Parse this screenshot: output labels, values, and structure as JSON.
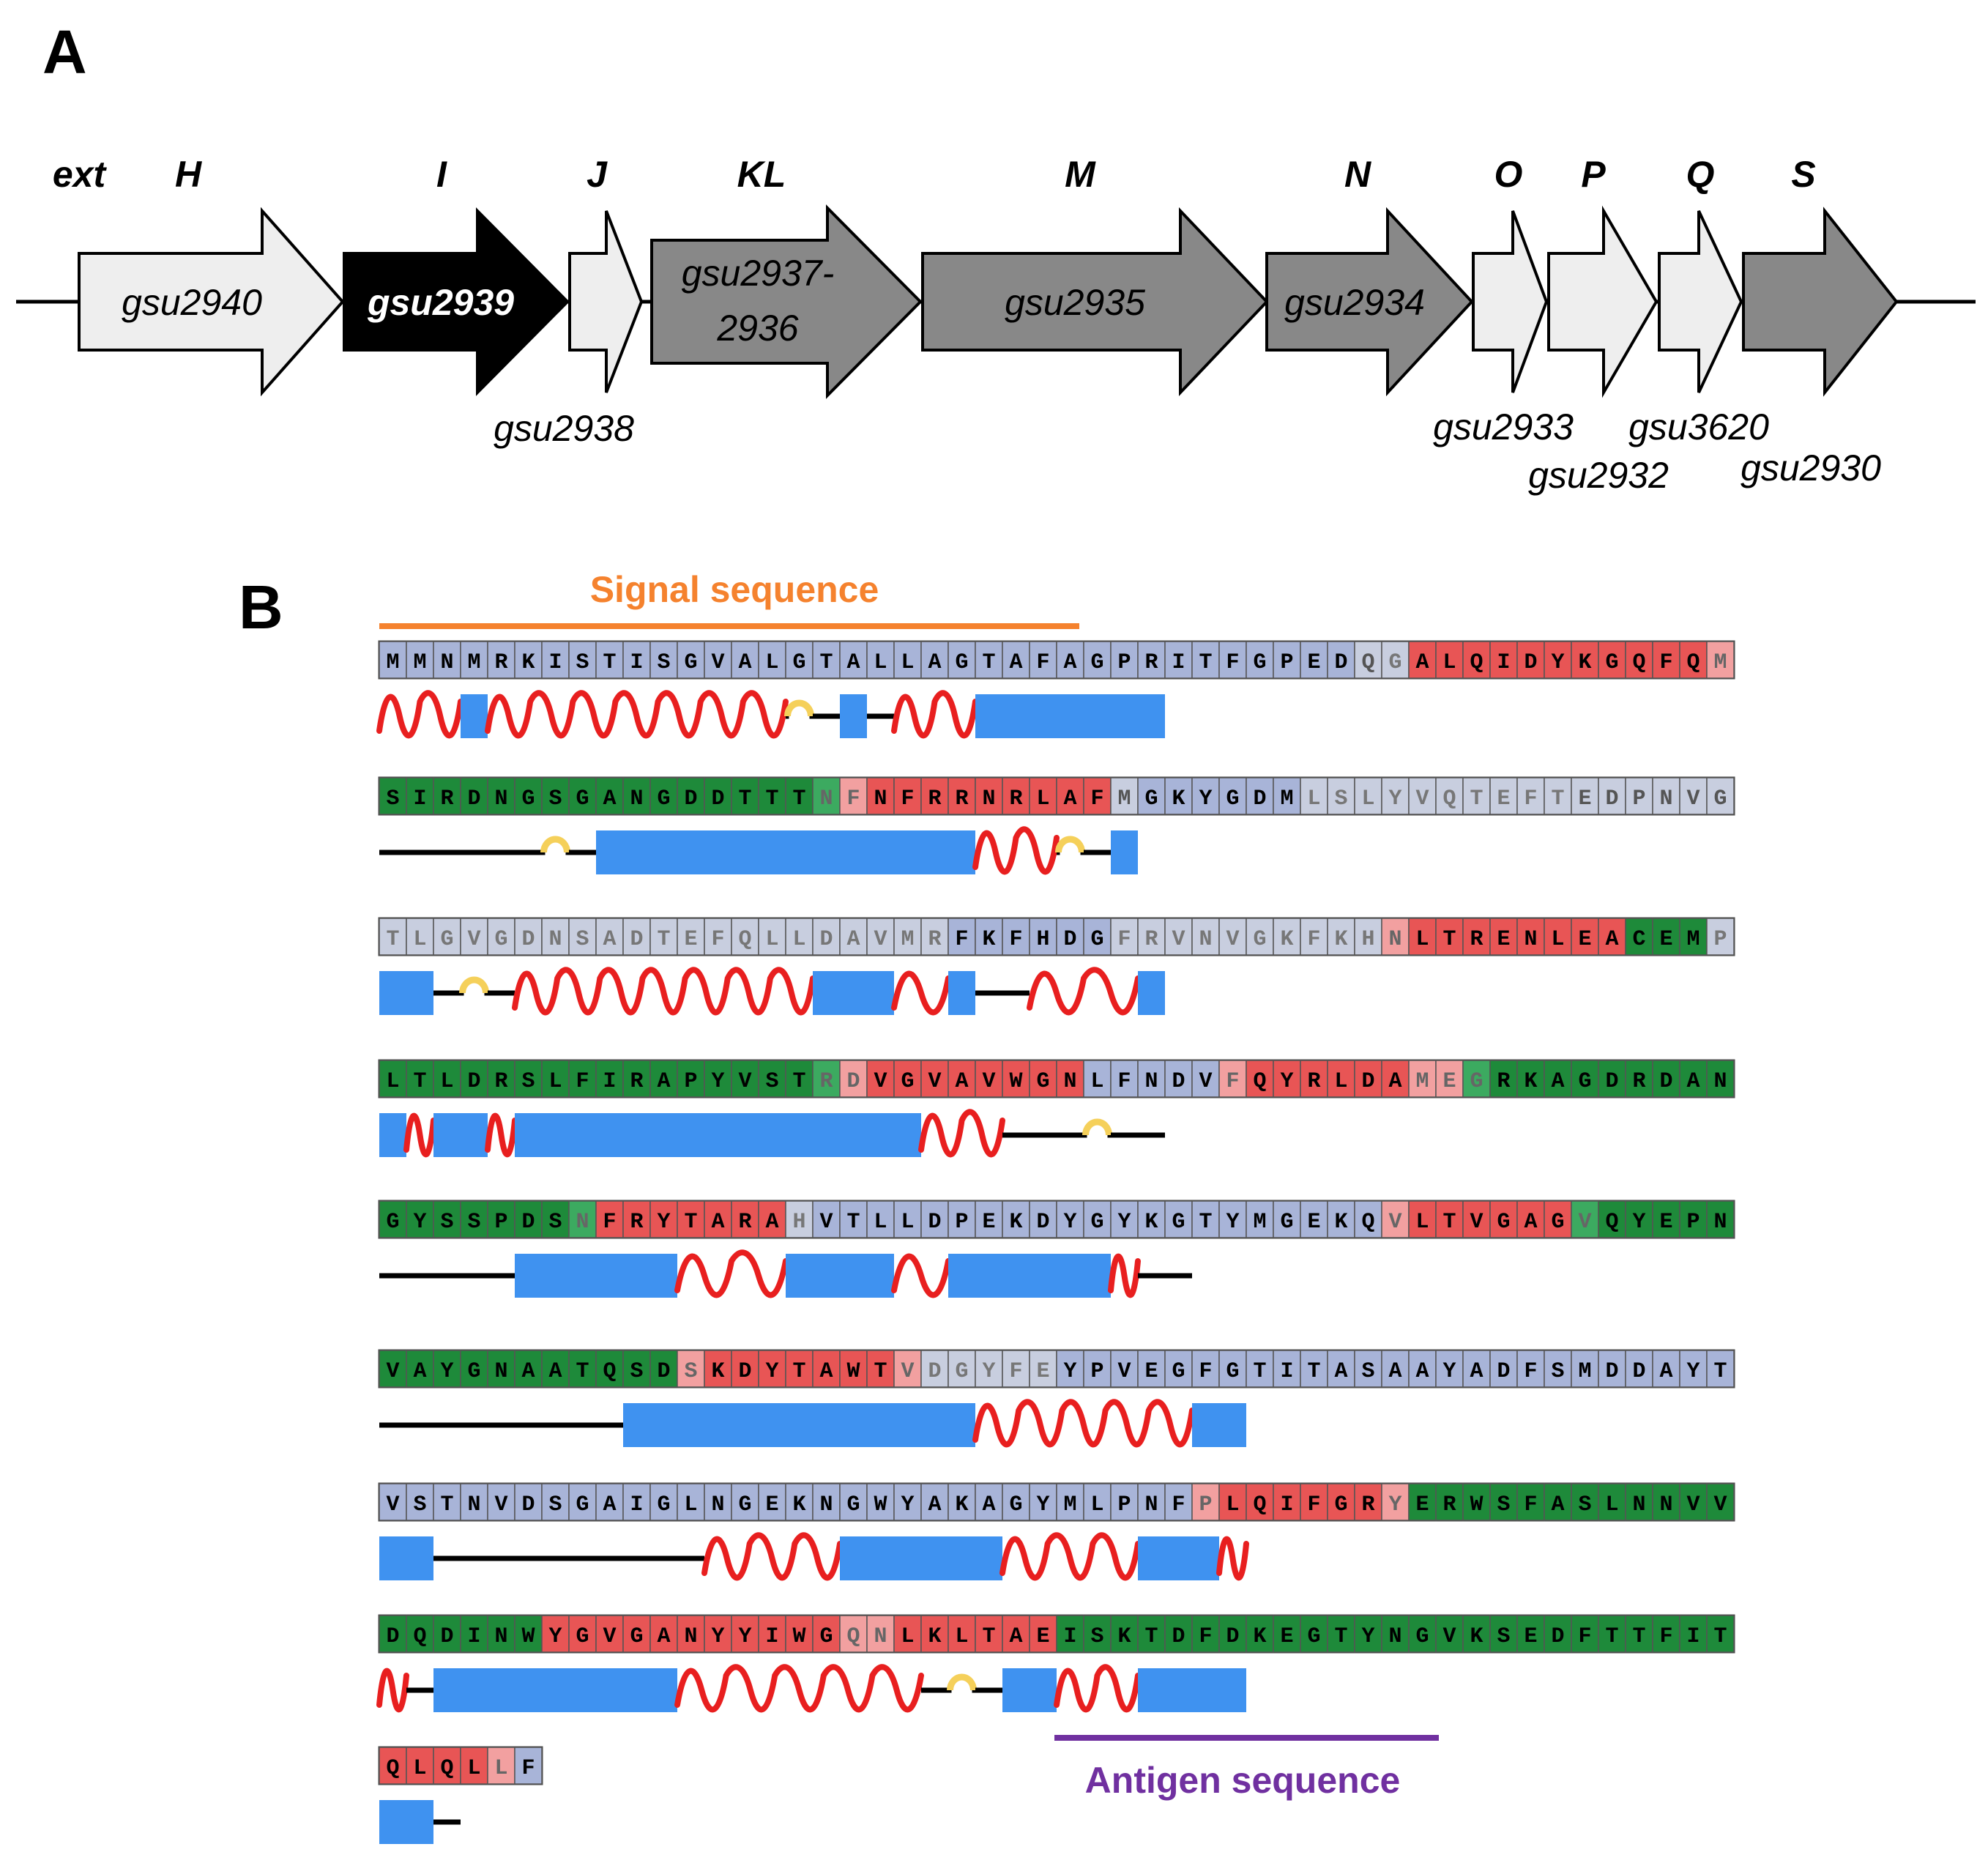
{
  "panels": {
    "a": "A",
    "b": "B"
  },
  "operon": {
    "labels": [
      "ext",
      "H",
      "I",
      "J",
      "KL",
      "M",
      "N",
      "O",
      "P",
      "Q",
      "S"
    ],
    "genes": [
      {
        "id": "gsu2940",
        "name": "gsu2940",
        "fill": "#eeeeee",
        "text": "#000000"
      },
      {
        "id": "gsu2939",
        "name": "gsu2939",
        "fill": "#000000",
        "text": "#ffffff"
      },
      {
        "id": "gsu2938",
        "name": "gsu2938",
        "fill": "#eeeeee",
        "text": "#000000"
      },
      {
        "id": "gsu2937",
        "name": "gsu2937-2936",
        "line1": "gsu2937-",
        "line2": "2936",
        "fill": "#888888",
        "text": "#000000"
      },
      {
        "id": "gsu2935",
        "name": "gsu2935",
        "fill": "#888888",
        "text": "#000000"
      },
      {
        "id": "gsu2934",
        "name": "gsu2934",
        "fill": "#888888",
        "text": "#000000"
      },
      {
        "id": "gsu2933",
        "name": "gsu2933",
        "fill": "#eeeeee",
        "text": "#000000"
      },
      {
        "id": "gsu2932",
        "name": "gsu2932",
        "fill": "#eeeeee",
        "text": "#000000"
      },
      {
        "id": "gsu3620",
        "name": "gsu3620",
        "fill": "#eeeeee",
        "text": "#000000"
      },
      {
        "id": "gsu2930",
        "name": "gsu2930",
        "fill": "#888888",
        "text": "#000000"
      }
    ]
  },
  "sequence": {
    "rows": [
      "MMNMRKISTISGVALGTALLAGTAFAGPRITFGPEDQGALQIDYKGQFQM",
      "SIRDNGSGANGDDTTTNFNFRRNRLAFMGKYGDMLSLYVQTEFTEDPNVG",
      "TLGVGDNSADTEFQLLDAVMRFKFHDGFRVNVGKFKHNLTRENLEACEMP",
      "LTLDRSLFIRAPYVSTRDVGVAVWGNLFNDVFQYRLDAMEGRKAGDRDAN",
      "GYSSPDSNFRYTARAHVTLLDPEKDYGYKGTYMGEKQVLTVGAGVQYEPN",
      "VAYGNAATQSDSKDYTAWTVDGYFEYPVEGFGTITASAAYADFSMDDAYT",
      "VSTNVDSGAIGLNGEKNGWYAKAGYMLPNFPLQIFGRYERWSFASLNNVV",
      "DQDINWYGVGANYYIWGQNLKLTAEISKTDFDKEGTYNGVKSEDFTTFIT",
      "QLQLLF"
    ],
    "color_runs": [
      [
        [
          "B",
          36
        ],
        [
          "b",
          1
        ],
        [
          "l",
          1
        ],
        [
          "R",
          11
        ],
        [
          "r",
          1
        ]
      ],
      [
        [
          "G",
          16
        ],
        [
          "g",
          1
        ],
        [
          "r",
          1
        ],
        [
          "R",
          9
        ],
        [
          "b",
          1
        ],
        [
          "B",
          6
        ],
        [
          "l",
          10
        ],
        [
          "b",
          6
        ]
      ],
      [
        [
          "l",
          21
        ],
        [
          "B",
          6
        ],
        [
          "l",
          10
        ],
        [
          "r",
          1
        ],
        [
          "R",
          8
        ],
        [
          "G",
          3
        ]
      ],
      [
        [
          "G",
          16
        ],
        [
          "g",
          1
        ],
        [
          "r",
          1
        ],
        [
          "R",
          8
        ],
        [
          "B",
          5
        ],
        [
          "r",
          1
        ],
        [
          "R",
          6
        ],
        [
          "r",
          2
        ],
        [
          "g",
          1
        ],
        [
          "G",
          9
        ]
      ],
      [
        [
          "G",
          7
        ],
        [
          "g",
          1
        ],
        [
          "R",
          7
        ],
        [
          "l",
          1
        ],
        [
          "B",
          21
        ],
        [
          "r",
          1
        ],
        [
          "R",
          6
        ],
        [
          "g",
          1
        ],
        [
          "G",
          5
        ]
      ],
      [
        [
          "G",
          11
        ],
        [
          "r",
          1
        ],
        [
          "R",
          7
        ],
        [
          "r",
          1
        ],
        [
          "l",
          5
        ],
        [
          "B",
          25
        ]
      ],
      [
        [
          "B",
          30
        ],
        [
          "r",
          1
        ],
        [
          "R",
          6
        ],
        [
          "r",
          1
        ],
        [
          "G",
          12
        ]
      ],
      [
        [
          "G",
          6
        ],
        [
          "R",
          11
        ],
        [
          "r",
          2
        ],
        [
          "R",
          6
        ],
        [
          "G",
          25
        ]
      ],
      [
        [
          "R",
          4
        ],
        [
          "r",
          1
        ],
        [
          "B",
          1
        ]
      ]
    ],
    "colors": {
      "helix_red": "#e81f1f",
      "strand_blue": "#3f92f0",
      "turn_yellow": "#f5d05a",
      "coil_black": "#000000",
      "dark_red": "#e85555",
      "light_red": "#f2a0a0",
      "dark_green": "#1e8a3a",
      "light_green": "#3caa60",
      "dark_blue": "#a8b4d8",
      "light_blue": "#c8cedf"
    },
    "structure": [
      [
        [
          "H",
          3
        ],
        [
          "E",
          1
        ],
        [
          "H",
          11
        ],
        [
          "T",
          1
        ],
        [
          "C",
          1
        ],
        [
          "E",
          1
        ],
        [
          "C",
          1
        ],
        [
          "H",
          3
        ],
        [
          "E",
          7
        ]
      ],
      [
        [
          "C",
          6
        ],
        [
          "T",
          1
        ],
        [
          "C",
          1
        ],
        [
          "E",
          14
        ],
        [
          "H",
          3
        ],
        [
          "T",
          1
        ],
        [
          "C",
          1
        ],
        [
          "E",
          1
        ]
      ],
      [
        [
          "E",
          2
        ],
        [
          "C",
          1
        ],
        [
          "T",
          1
        ],
        [
          "C",
          1
        ],
        [
          "H",
          11
        ],
        [
          "E",
          3
        ],
        [
          "H",
          2
        ],
        [
          "E",
          1
        ],
        [
          "C",
          2
        ],
        [
          "H",
          4
        ],
        [
          "E",
          1
        ]
      ],
      [
        [
          "E",
          1
        ],
        [
          "H",
          1
        ],
        [
          "E",
          2
        ],
        [
          "H",
          1
        ],
        [
          "E",
          15
        ],
        [
          "H",
          3
        ],
        [
          "C",
          3
        ],
        [
          "T",
          1
        ],
        [
          "C",
          2
        ]
      ],
      [
        [
          "C",
          5
        ],
        [
          "E",
          6
        ],
        [
          "H",
          4
        ],
        [
          "E",
          4
        ],
        [
          "H",
          2
        ],
        [
          "E",
          6
        ],
        [
          "H",
          1
        ],
        [
          "C",
          2
        ]
      ],
      [
        [
          "C",
          9
        ],
        [
          "E",
          13
        ],
        [
          "H",
          8
        ],
        [
          "E",
          2
        ]
      ],
      [
        [
          "E",
          2
        ],
        [
          "C",
          10
        ],
        [
          "H",
          5
        ],
        [
          "E",
          6
        ],
        [
          "H",
          5
        ],
        [
          "E",
          3
        ],
        [
          "H",
          1
        ]
      ],
      [
        [
          "H",
          1
        ],
        [
          "C",
          1
        ],
        [
          "E",
          9
        ],
        [
          "H",
          9
        ],
        [
          "C",
          1
        ],
        [
          "T",
          1
        ],
        [
          "C",
          1
        ],
        [
          "E",
          2
        ],
        [
          "H",
          3
        ],
        [
          "E",
          4
        ]
      ],
      [
        [
          "E",
          2
        ],
        [
          "C",
          1
        ]
      ]
    ]
  },
  "annotations": {
    "signal": {
      "label": "Signal sequence",
      "color": "#f5822e",
      "start": 0,
      "end": 16
    },
    "antigen": {
      "label": "Antigen sequence",
      "color": "#7030a0",
      "start": 0,
      "end": 9
    }
  }
}
